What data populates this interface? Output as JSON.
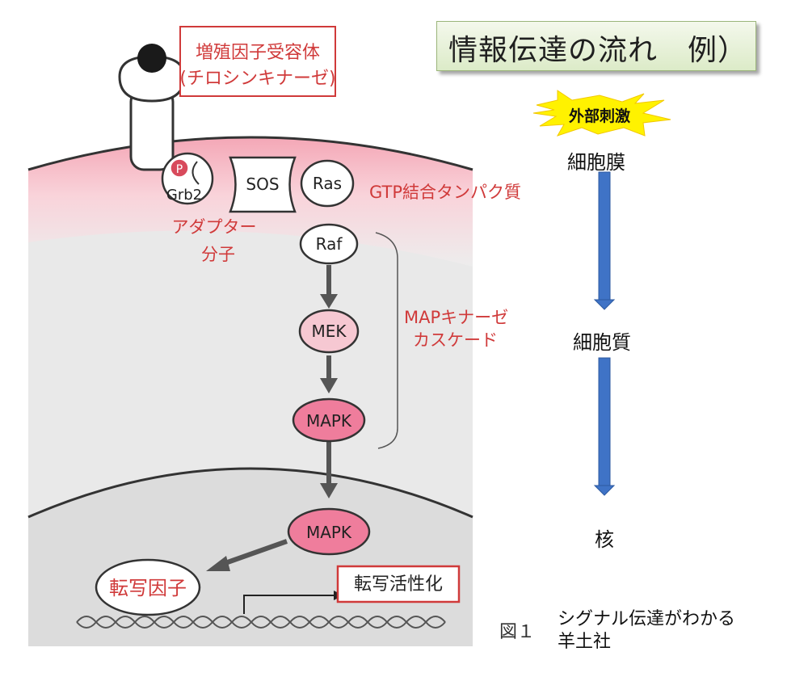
{
  "diagram": {
    "receptor_label_line1": "増殖因子受容体",
    "receptor_label_line2": "(チロシンキナーゼ)",
    "phospho_label": "P",
    "grb2_label": "Grb2",
    "sos_label": "SOS",
    "ras_label": "Ras",
    "gtp_label": "GTP結合タンパク質",
    "adaptor_label_line1": "アダプター",
    "adaptor_label_line2": "分子",
    "raf_label": "Raf",
    "mek_label": "MEK",
    "mapk_cyto_label": "MAPK",
    "mapk_nucleus_label": "MAPK",
    "cascade_label_line1": "MAPキナーゼ",
    "cascade_label_line2": "カスケード",
    "tf_label": "転写因子",
    "activation_label": "転写活性化"
  },
  "flow": {
    "title": "情報伝達の流れ　例）",
    "stimulus": "外部刺激",
    "membrane": "細胞膜",
    "cytoplasm": "細胞質",
    "nucleus": "核"
  },
  "caption": {
    "figure_number": "図１",
    "source_line1": "シグナル伝達がわかる",
    "source_line2": "羊土社"
  },
  "colors": {
    "accent_red": "#d03a3a",
    "pink_fill": "#ef7d9c",
    "light_pink": "#f6c8d2",
    "arrow_blue": "#3f73c6",
    "stimulus_yellow": "#fff200"
  }
}
